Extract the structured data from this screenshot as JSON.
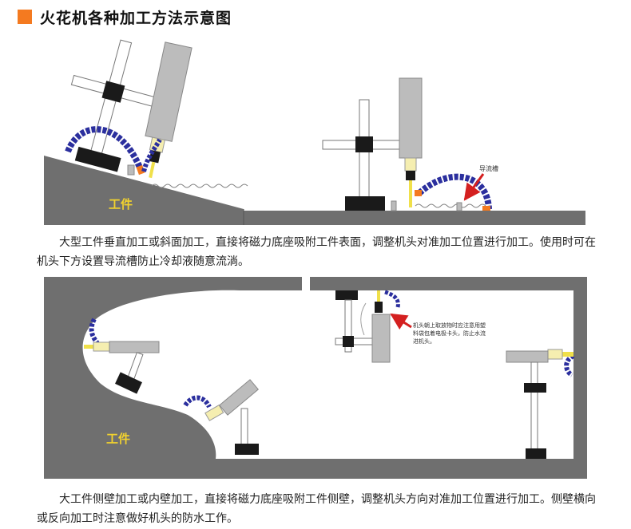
{
  "title": "火花机各种加工方法示意图",
  "colors": {
    "accent": "#f47a20",
    "workpiece": "#6f6f6f",
    "spindle": "#bcbcbc",
    "hose": "#2b2f9e",
    "electrode": "#f0e04a",
    "magnet_base": "#1a1a1a",
    "label_yellow": "#f2d22e",
    "arrow_red": "#d42020"
  },
  "top_panel": {
    "workpiece_label": "工件",
    "guide_label": "导流槽",
    "caption": "大型工件垂直加工或斜面加工，直接将磁力底座吸附工件表面，调整机头对准加工位置进行加工。使用时可在机头下方设置导流槽防止冷却液随意流淌。"
  },
  "bottom_panel": {
    "workpiece_label": "工件",
    "note_lines": [
      "机头朝上取放物时应注意用塑",
      "料袋包着电极卡头，防止水流",
      "进机头。"
    ],
    "caption": "大工件侧壁加工或内壁加工，直接将磁力底座吸附工件侧壁，调整机头方向对准加工位置进行加工。侧壁横向或反向加工时注意做好机头的防水工作。"
  }
}
